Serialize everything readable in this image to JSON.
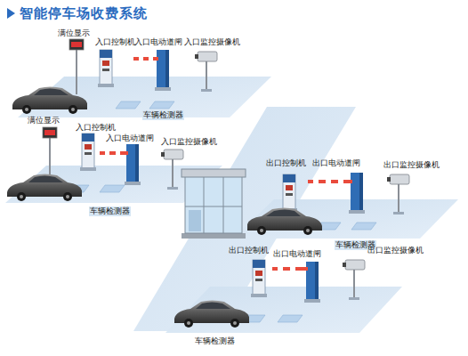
{
  "diagram": {
    "title": "智能停车场收费系统",
    "labels": [
      "满位显示",
      "入口控制机",
      "入口电动道闸",
      "入口监控摄像机",
      "车辆检测器",
      "满位显示",
      "入口控制机",
      "入口电动道闸",
      "入口监控摄像机",
      "车辆检测器",
      "出口控制机",
      "出口电动道闸",
      "出口监控摄像机",
      "车辆检测器",
      "出口控制机",
      "出口电动道闸",
      "出口监控摄像机",
      "车辆检测器"
    ]
  }
}
